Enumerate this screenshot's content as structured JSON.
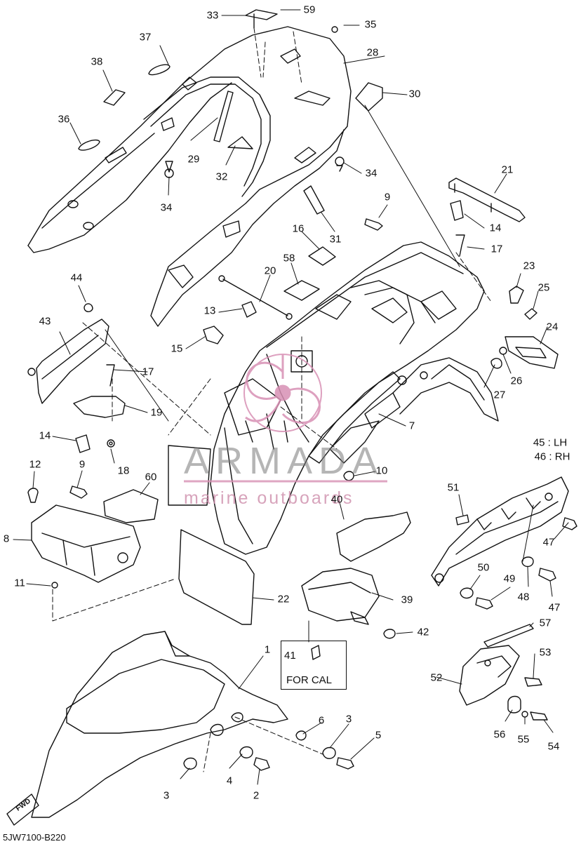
{
  "diagram": {
    "code": "5JW7100-B220",
    "for_cal_label": "FOR CAL",
    "for_cal_part": "41",
    "fwd_label": "FWD",
    "side_note_lh": "45 : LH",
    "side_note_rh": "46 : RH",
    "watermark": {
      "brand": "ARMADA",
      "tagline": "marine outboards",
      "color": "#d890b4"
    },
    "callouts": [
      "33",
      "59",
      "35",
      "37",
      "28",
      "38",
      "30",
      "36",
      "29",
      "32",
      "34",
      "34",
      "21",
      "9",
      "14",
      "17",
      "31",
      "16",
      "58",
      "20",
      "23",
      "25",
      "44",
      "13",
      "24",
      "43",
      "15",
      "26",
      "17",
      "27",
      "19",
      "7",
      "14",
      "18",
      "12",
      "9",
      "10",
      "60",
      "45 : LH",
      "46 : RH",
      "8",
      "40",
      "51",
      "47",
      "11",
      "50",
      "49",
      "48",
      "47",
      "22",
      "39",
      "42",
      "57",
      "1",
      "53",
      "6",
      "3",
      "52",
      "5",
      "56",
      "55",
      "54",
      "4",
      "3",
      "2"
    ]
  }
}
